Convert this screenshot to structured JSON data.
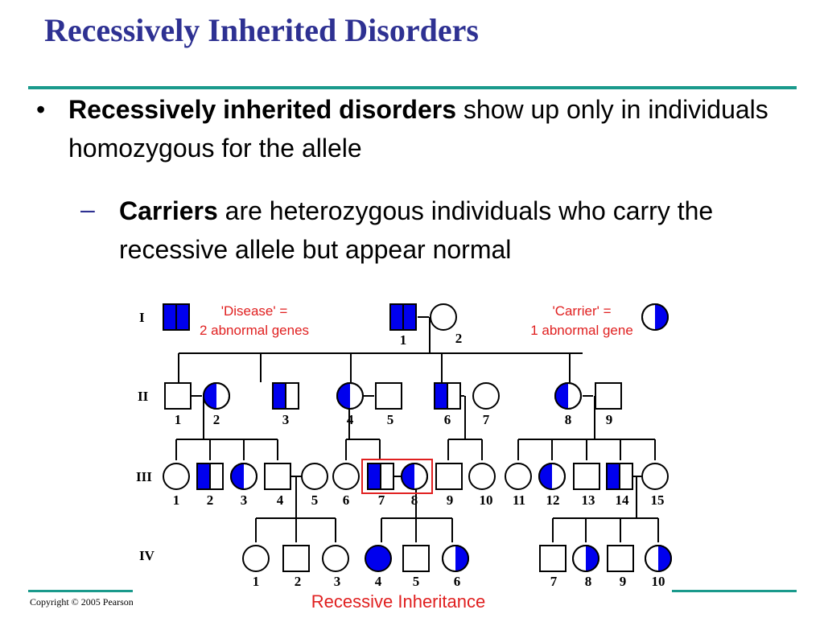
{
  "slide": {
    "title": "Recessively Inherited Disorders",
    "bullet1": {
      "bold": "Recessively inherited disorders",
      "rest": " show up only in individuals homozygous for the allele"
    },
    "bullet2": {
      "bold": "Carriers",
      "rest": " are heterozygous individuals who carry the recessive allele but appear normal"
    },
    "copyright": "Copyright © 2005 Pearson"
  },
  "pedigree": {
    "caption": "Recessive Inheritance",
    "legend_disease_line1": "'Disease' =",
    "legend_disease_line2": "2 abnormal genes",
    "legend_carrier_line1": "'Carrier' =",
    "legend_carrier_line2": "1 abnormal gene",
    "generations": [
      "I",
      "II",
      "III",
      "IV"
    ],
    "gen1": [
      "1",
      "2"
    ],
    "gen2": [
      "1",
      "2",
      "3",
      "4",
      "5",
      "6",
      "7",
      "8",
      "9"
    ],
    "gen3": [
      "1",
      "2",
      "3",
      "4",
      "5",
      "6",
      "7",
      "8",
      "9",
      "10",
      "11",
      "12",
      "13",
      "14",
      "15"
    ],
    "gen4": [
      "1",
      "2",
      "3",
      "4",
      "5",
      "6",
      "7",
      "8",
      "9",
      "10"
    ],
    "colors": {
      "affected": "#0000ee",
      "highlight": "#e02020",
      "caption": "#e02020"
    }
  }
}
